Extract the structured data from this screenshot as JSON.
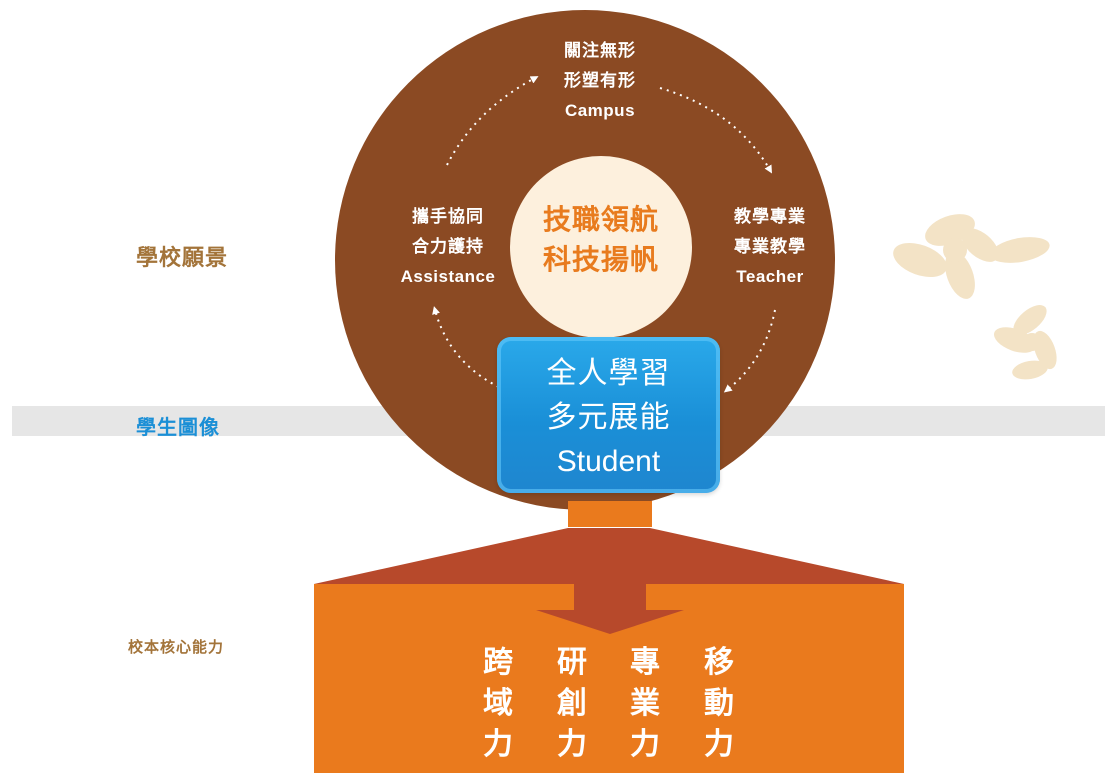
{
  "left_labels": {
    "vision": "學校願景",
    "student_image": "學生圖像",
    "core_competence": "校本核心能力"
  },
  "center": {
    "line1": "技職領航",
    "line2": "科技揚帆"
  },
  "nodes": {
    "campus": {
      "line1": "關注無形",
      "line2": "形塑有形",
      "en": "Campus"
    },
    "teacher": {
      "line1": "教學專業",
      "line2": "專業教學",
      "en": "Teacher"
    },
    "assistance": {
      "line1": "攜手協同",
      "line2": "合力護持",
      "en": "Assistance"
    }
  },
  "student": {
    "line1": "全人學習",
    "line2": "多元展能",
    "en": "Student"
  },
  "competencies": [
    {
      "c1": "跨",
      "c2": "域",
      "c3": "力"
    },
    {
      "c1": "研",
      "c2": "創",
      "c3": "力"
    },
    {
      "c1": "專",
      "c2": "業",
      "c3": "力"
    },
    {
      "c1": "移",
      "c2": "動",
      "c3": "力"
    }
  ],
  "colors": {
    "ring": "#8b4a23",
    "center_disc": "#fdf0dd",
    "accent_orange": "#ea7a1d",
    "student_blue": "#1a8fd7",
    "label_brown": "#a3743a",
    "label_blue": "#1b8fd6"
  }
}
